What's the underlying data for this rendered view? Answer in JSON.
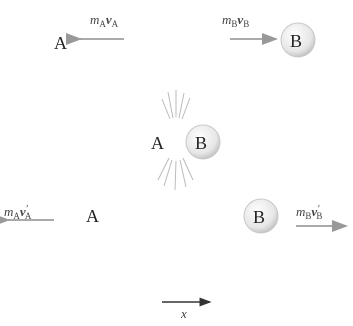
{
  "diagram": {
    "ball_a_label": "A",
    "ball_b_label": "B",
    "before": {
      "momentum_a": "m",
      "momentum_a_sub": "A",
      "momentum_a_vec": "v",
      "momentum_a_vec_sub": "A",
      "momentum_b": "m",
      "momentum_b_sub": "B",
      "momentum_b_vec": "v",
      "momentum_b_vec_sub": "B"
    },
    "after": {
      "momentum_a": "m",
      "momentum_a_sub": "A",
      "momentum_a_vec": "v",
      "momentum_a_vec_sub": "A",
      "prime": "′",
      "momentum_b": "m",
      "momentum_b_sub": "B",
      "momentum_b_vec": "v",
      "momentum_b_vec_sub": "B"
    },
    "axis_label": "x"
  }
}
